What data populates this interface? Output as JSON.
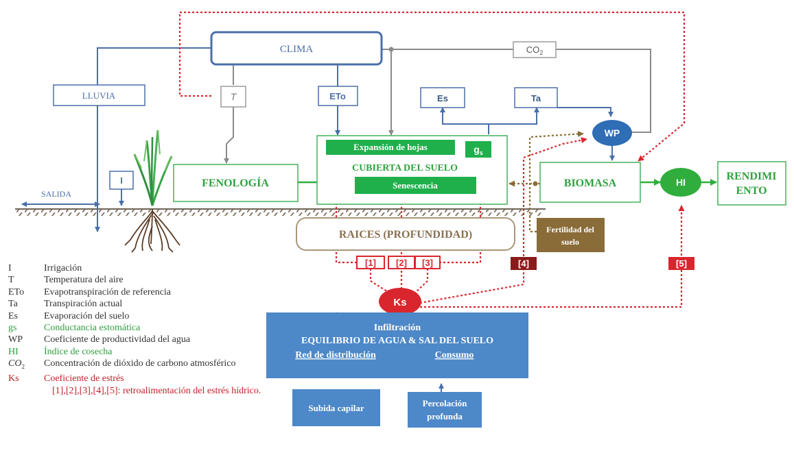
{
  "nodes": {
    "clima": "CLIMA",
    "co2": "CO",
    "co2_sub": "2",
    "lluvia": "LLUVIA",
    "t": "T",
    "eto": "ETo",
    "es": "Es",
    "ta": "Ta",
    "wp": "WP",
    "irrigation_i": "I",
    "salida": "SALIDA",
    "fenologia": "FENOLOGÍA",
    "expansion": "Expansión de hojas",
    "gs": "g",
    "gs_sub": "s",
    "cubierta": "CUBIERTA DEL SUELO",
    "senescencia": "Senescencia",
    "biomasa": "BIOMASA",
    "hi": "HI",
    "rendimiento_1": "RENDIMI",
    "rendimiento_2": "ENTO",
    "raices": "RAICES (PROFUNDIDAD)",
    "fertilidad_1": "Fertilidad del",
    "fertilidad_2": "suelo",
    "fb1": "[1]",
    "fb2": "[2]",
    "fb3": "[3]",
    "fb4": "[4]",
    "fb5": "[5]",
    "ks": "Ks",
    "soil_1": "Infiltración",
    "soil_2": "EQUILIBRIO DE AGUA & SAL DEL SUELO",
    "soil_3a": "Red de distribución",
    "soil_3b": "Consumo",
    "subida": "Subida capilar",
    "percolacion_1": "Percolación",
    "percolacion_2": "profunda"
  },
  "legend": [
    {
      "abbr": "I",
      "text": "Irrigación",
      "color": "#333333"
    },
    {
      "abbr": "T",
      "text": "Temperatura del aire",
      "color": "#333333"
    },
    {
      "abbr": "ETo",
      "text": "Evapotranspiración de referencia",
      "color": "#333333"
    },
    {
      "abbr": "Ta",
      "text": "Transpiración actual",
      "color": "#333333"
    },
    {
      "abbr": "Es",
      "text": "Evaporación del suelo",
      "color": "#333333"
    },
    {
      "abbr": "gs",
      "text": "Conductancia estomática",
      "color": "#2e9e3e"
    },
    {
      "abbr": "WP",
      "text": "Coeficiente de productividad del agua",
      "color": "#333333"
    },
    {
      "abbr": "HI",
      "text": "Índice de cosecha",
      "color": "#2e9e3e"
    },
    {
      "abbr": "CO2",
      "text": "Concentración de dióxido de carbono atmosférico",
      "color": "#333333"
    },
    {
      "abbr": "Ks",
      "text": "Coeficiente de estrés",
      "color": "#c0202a"
    },
    {
      "abbr": "",
      "text": "[1],[2],[3],[4],[5]: retroalimentación del estrés hídrico.",
      "color": "#c0202a"
    }
  ],
  "colors": {
    "blue_outline": "#4a6fa8",
    "gray_outline": "#9a9a9a",
    "green_outline": "#43b05a",
    "green_fill": "#1fb04c",
    "wp_fill": "#2f6db5",
    "hi_fill": "#2fae3d",
    "red": "#d9262e",
    "dark_red": "#8b1a1a",
    "soil_blue": "#4d88c8",
    "fertility_brown": "#8a6c39",
    "roots_outline": "#a9967a"
  }
}
